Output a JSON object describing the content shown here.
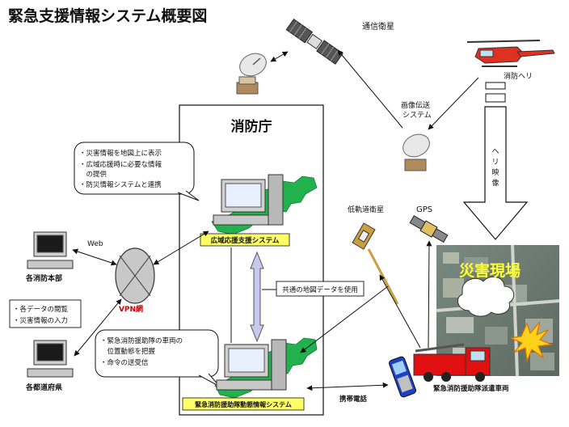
{
  "title": "緊急支援情報システム概要図",
  "fdma": "消防庁",
  "comm_satellite": "通信衛星",
  "heli_label": "消防ヘリ",
  "image_transfer": [
    "画像伝送",
    "システム"
  ],
  "heli_video": [
    "ヘ",
    "リ",
    "映",
    "像"
  ],
  "leo_satellite": "低軌道衛星",
  "gps": "GPS",
  "disaster_site": "災害現場",
  "bubble_top": [
    "・災害情報を地図上に表示",
    "・広域応援時に必要な情報",
    "　の提供",
    "・防災情報システムと連携"
  ],
  "system_top": "広域応援支援システム",
  "common_map": "共通の地図データを使用",
  "bubble_bottom": [
    "・緊急消防援助隊の車両の",
    "　位置動態を把握",
    "・命令の送受信"
  ],
  "system_bottom": "緊急消防援助隊動態情報システム",
  "web": "Web",
  "vpn": "VPN網",
  "hq_label": "各消防本部",
  "pref_label": "各都道府県",
  "tasks": [
    "・各データの閲覧",
    "・災害情報の入力"
  ],
  "mobile": "携帯電話",
  "vehicle_label": "緊急消防援助隊派遣車両",
  "colors": {
    "map_green": "#22b14c",
    "label_yellow": "#ffff66",
    "fire_red": "#e01010",
    "arrow_blue": "#c8c8f0",
    "vpn_red": "#cc0000"
  }
}
